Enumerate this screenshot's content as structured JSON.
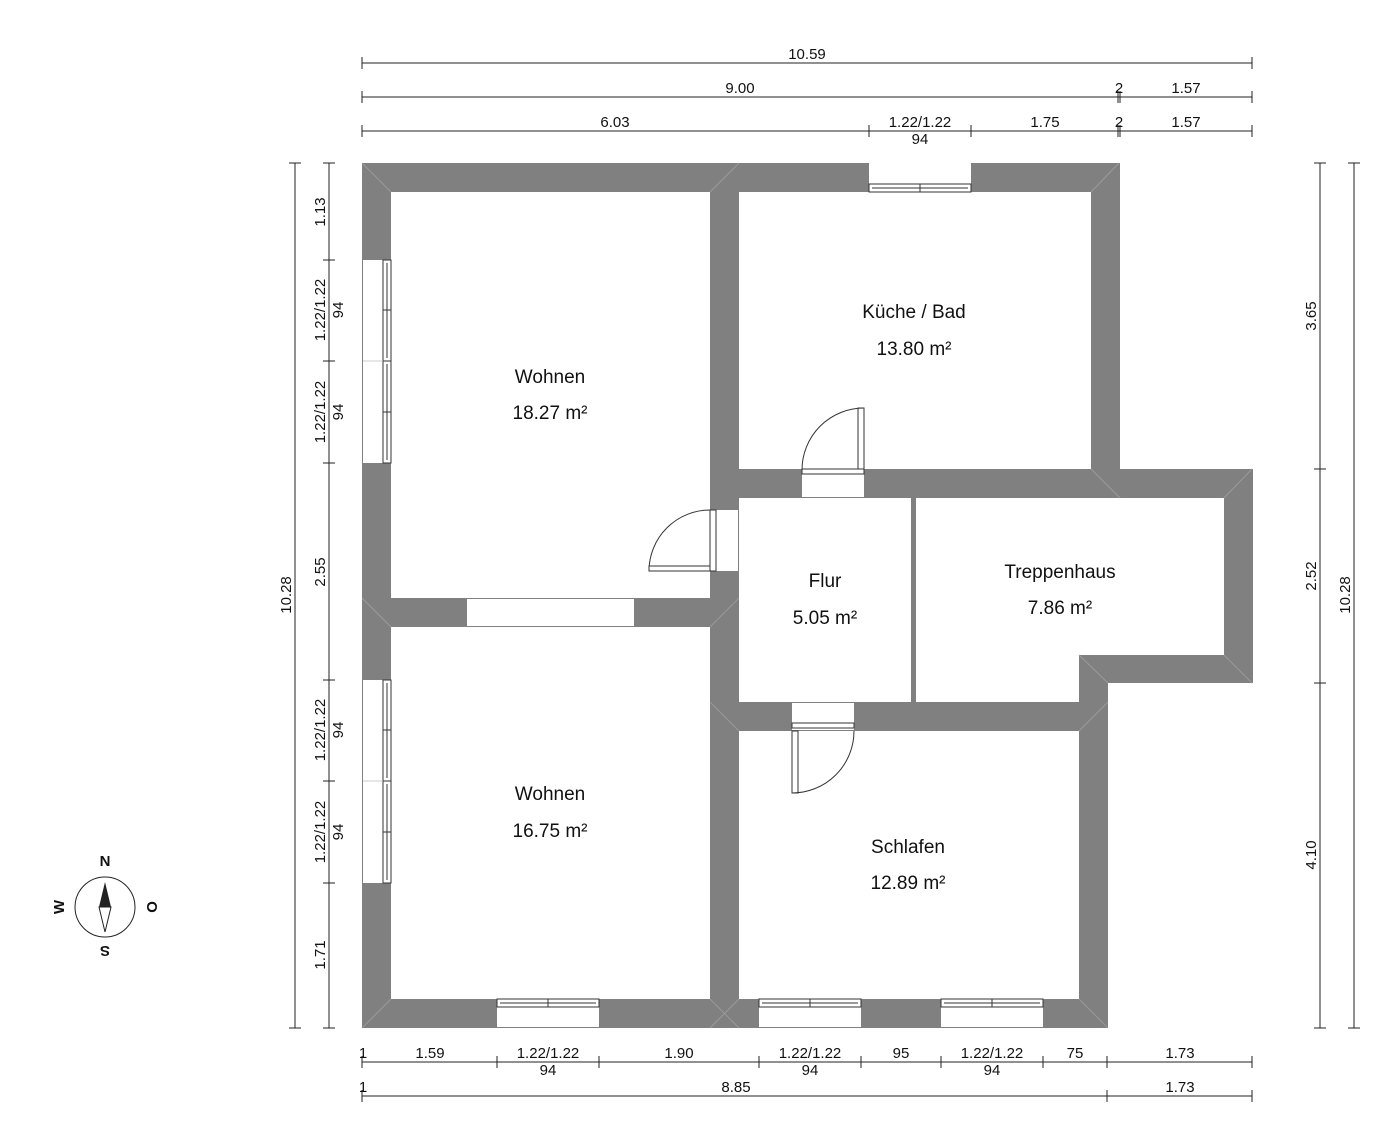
{
  "dimensions": {
    "top_total": "10.59",
    "top_mid_a": "9.00",
    "top_mid_b": "2",
    "top_mid_c": "1.57",
    "top_seg_a": "6.03",
    "top_seg_window": "1.22/1.22",
    "top_seg_window_sub": "94",
    "top_seg_b": "1.75",
    "top_seg_c": "2",
    "top_seg_d": "1.57",
    "left_total": "10.28",
    "left_seg_1": "1.13",
    "left_win_1": "1.22/1.22",
    "left_win_1_sub": "94",
    "left_win_2": "1.22/1.22",
    "left_win_2_sub": "94",
    "left_seg_2": "2.55",
    "left_win_3": "1.22/1.22",
    "left_win_3_sub": "94",
    "left_win_4": "1.22/1.22",
    "left_win_4_sub": "94",
    "left_seg_3": "1.71",
    "right_seg_1": "3.65",
    "right_seg_2": "2.52",
    "right_seg_3": "4.10",
    "right_total": "10.28",
    "bottom_seg_0": "1",
    "bottom_seg_a": "1.59",
    "bottom_win_1": "1.22/1.22",
    "bottom_win_1_sub": "94",
    "bottom_seg_b": "1.90",
    "bottom_win_2": "1.22/1.22",
    "bottom_win_2_sub": "94",
    "bottom_seg_c": "95",
    "bottom_win_3": "1.22/1.22",
    "bottom_win_3_sub": "94",
    "bottom_seg_d": "75",
    "bottom_seg_e": "1.73",
    "bottom2_seg_0": "1",
    "bottom2_total": "8.85",
    "bottom2_right": "1.73"
  },
  "rooms": {
    "wohnen_top": {
      "name": "Wohnen",
      "area": "18.27 m²"
    },
    "kueche_bad": {
      "name": "Küche / Bad",
      "area": "13.80 m²"
    },
    "flur": {
      "name": "Flur",
      "area": "5.05 m²"
    },
    "treppenhaus": {
      "name": "Treppenhaus",
      "area": "7.86 m²"
    },
    "wohnen_bottom": {
      "name": "Wohnen",
      "area": "16.75 m²"
    },
    "schlafen": {
      "name": "Schlafen",
      "area": "12.89 m²"
    }
  },
  "compass": {
    "north": "N",
    "east": "O",
    "south": "S",
    "west": "W"
  },
  "colors": {
    "wall": "#808080",
    "line": "#222222",
    "background": "#ffffff"
  }
}
